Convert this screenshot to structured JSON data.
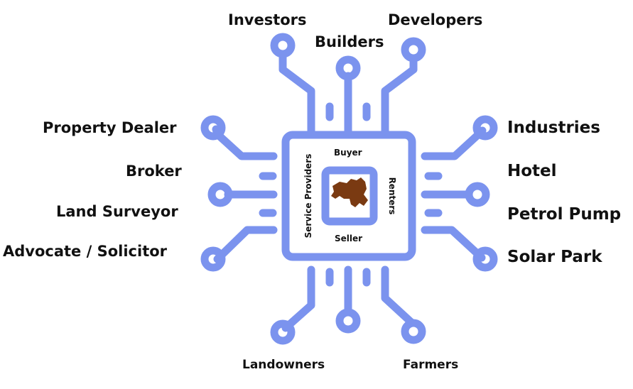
{
  "colors": {
    "circuit": "#7b93ee",
    "text": "#111111",
    "map": "#7a3a12"
  },
  "top_labels": {
    "investors": "Investors",
    "builders": "Builders",
    "developers": "Developers"
  },
  "left_labels": {
    "property_dealer": "Property Dealer",
    "broker": "Broker",
    "land_surveyor": "Land Surveyor",
    "advocate": "Advocate / Solicitor"
  },
  "right_labels": {
    "industries": "Industries",
    "hotel": "Hotel",
    "petrol_pump": "Petrol Pump",
    "solar_park": "Solar Park"
  },
  "bottom_labels": {
    "landowners": "Landowners",
    "farmers": "Farmers"
  },
  "chip": {
    "top": "Buyer",
    "bottom": "Seller",
    "left": "Service Providers",
    "right": "Renters",
    "center_icon": "gujarat-map-icon"
  }
}
